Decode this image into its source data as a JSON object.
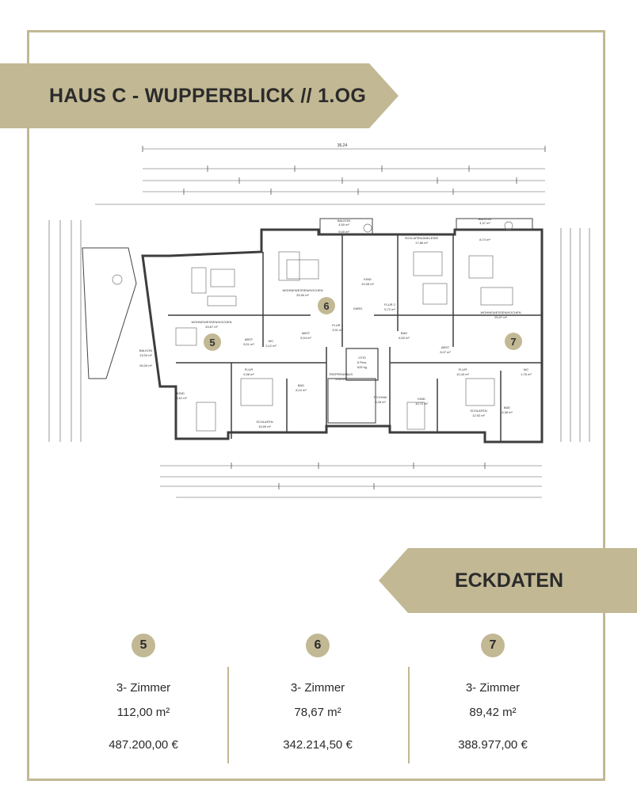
{
  "header": {
    "title": "HAUS C - WUPPERBLICK // 1.OG"
  },
  "plan": {
    "top_dimension": "36,24",
    "rooms": [
      {
        "label": "WOHNEN/ESSEN/KOCHEN",
        "area": "43,67 m²"
      },
      {
        "label": "WOHNEN/ESSEN/KOCHEN",
        "area": "25,50 m²"
      },
      {
        "label": "WOHNEN/ESSEN/KOCHEN",
        "area": "25,97 m²"
      },
      {
        "label": "BALKON",
        "area": "4,50 m²",
        "note": "(50%)",
        "area2": "9,00 m²"
      },
      {
        "label": "BALKON",
        "area": "4,37 m²",
        "note": "(50%)",
        "area2": "8,74 m²"
      },
      {
        "label": "BALKON",
        "area": "13,00 m²",
        "note": "(50%)",
        "area2": "26,00 m²"
      },
      {
        "label": "SCHLAFEN/ANKLEIDE",
        "area": "17,86 m²"
      },
      {
        "label": "KIND",
        "area": "10,08 m²"
      },
      {
        "label": "KIND",
        "area": "13,51 m²"
      },
      {
        "label": "KIND",
        "area": "10,72 m²"
      },
      {
        "label": "SCHLAFEN",
        "area": "15,59 m²"
      },
      {
        "label": "SCHLAFEN",
        "area": "12,92 m²"
      },
      {
        "label": "FLUR 1",
        "area": "3,91 m²"
      },
      {
        "label": "FLUR 2",
        "area": "5,72 m²"
      },
      {
        "label": "FLUR",
        "area": "9,38 m²"
      },
      {
        "label": "FLUR",
        "area": "10,43 m²"
      },
      {
        "label": "ABST",
        "area": "5,01 m²"
      },
      {
        "label": "ABST",
        "area": "5,04 m²"
      },
      {
        "label": "ABST",
        "area": "5,07 m²"
      },
      {
        "label": "WC",
        "area": "3,12 m²"
      },
      {
        "label": "WC",
        "area": "1,76 m²"
      },
      {
        "label": "BAD",
        "area": "8,10 m²"
      },
      {
        "label": "BAD",
        "area": "6,50 m²"
      },
      {
        "label": "BAD",
        "area": "8,38 m²"
      },
      {
        "label": "TREPPENHAUS",
        "area": "5,95 m²"
      },
      {
        "label": "TECHNIK",
        "area": "3,28 m²"
      },
      {
        "label": "OTIS",
        "area": "8 Pers.",
        "note": "625 kg"
      },
      {
        "label": "GARD.",
        "area": ""
      }
    ],
    "unit_markers": [
      "5",
      "6",
      "7"
    ]
  },
  "eckdaten": {
    "title": "ECKDATEN"
  },
  "units": [
    {
      "number": "5",
      "rooms": "3- Zimmer",
      "area": "112,00 m²",
      "price": "487.200,00 €"
    },
    {
      "number": "6",
      "rooms": "3- Zimmer",
      "area": "78,67 m²",
      "price": "342.214,50 €"
    },
    {
      "number": "7",
      "rooms": "3- Zimmer",
      "area": "89,42 m²",
      "price": "388.977,00 €"
    }
  ],
  "colors": {
    "gold": "#c2b894",
    "text": "#2b2b2b",
    "wall": "#444444"
  }
}
